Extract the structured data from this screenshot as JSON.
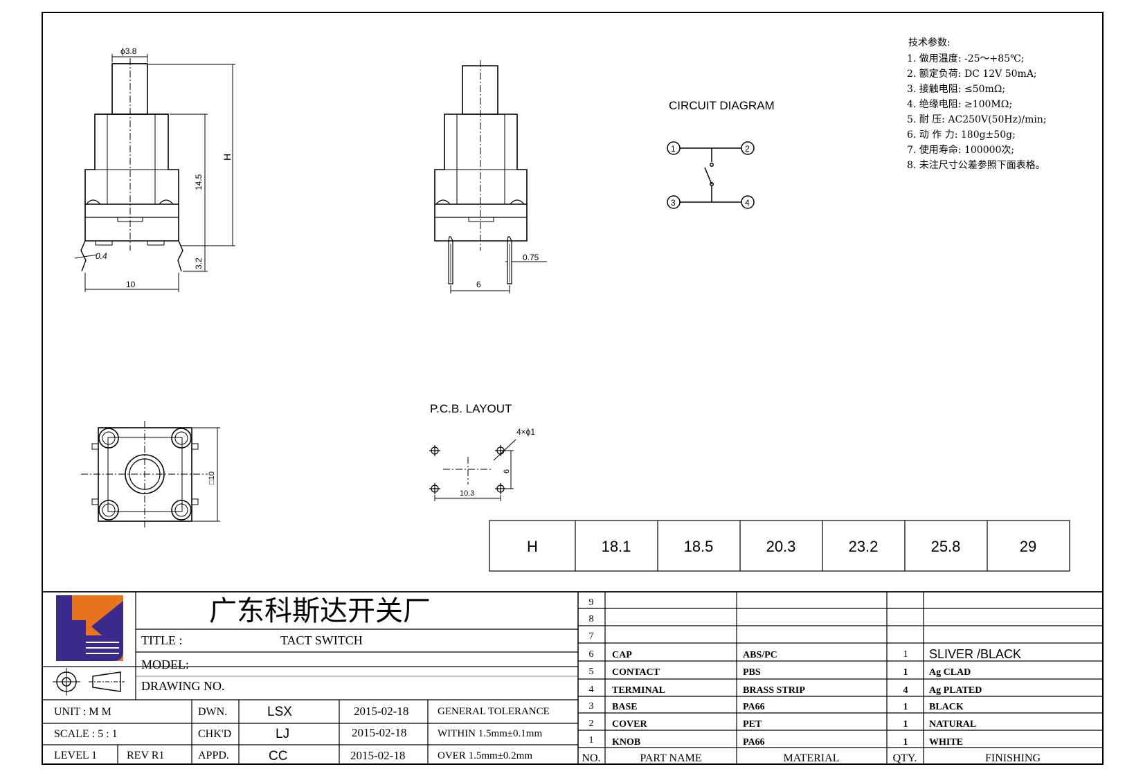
{
  "dimensions": {
    "diameter": "ϕ3.8",
    "height_label": "H",
    "body_height": "14.5",
    "pin_length": "3.2",
    "pin_offset": "0.4",
    "width": "10",
    "pin_width": "0.75",
    "pin_spacing": "6",
    "square_size": "□10"
  },
  "circuit": {
    "title": "CIRCUIT  DIAGRAM",
    "pins": [
      "1",
      "2",
      "3",
      "4"
    ]
  },
  "specs": {
    "heading": "技术参数:",
    "items": [
      "1.  做用温度: -25～+85℃;",
      "2.  额定负荷: DC  12V  50mA;",
      "3.  接触电阻: ≤50mΩ;",
      "4.  绝缘电阻: ≥100MΩ;",
      "5.  耐      压: AC250V(50Hz)/min;",
      "6.  动  作  力: 180g±50g;",
      "7.  使用寿命: 100000次;",
      "8.  未注尺寸公差参照下面表格。"
    ]
  },
  "pcb": {
    "title": "P.C.B.  LAYOUT",
    "holes": "4×ϕ1",
    "horizontal": "10.3",
    "vertical": "6"
  },
  "height_table": {
    "header": "H",
    "values": [
      "18.1",
      "18.5",
      "20.3",
      "23.2",
      "25.8",
      "29"
    ]
  },
  "title_block": {
    "company": "广东科斯达开关厂",
    "title_label": "TITLE  :",
    "title_value": "TACT SWITCH",
    "model_label": "MODEL:",
    "drawing_label": "DRAWING NO.",
    "unit": "UNIT      :      M M",
    "scale": "SCALE    :    5  :  1",
    "level": "LEVEL  1",
    "rev": "REV    R1",
    "dwn_label": "DWN.",
    "chk_label": "CHK'D",
    "appd_label": "APPD.",
    "dwn_name": "LSX",
    "chk_name": "LJ",
    "appd_name": "CC",
    "date1": "2015-02-18",
    "date2": "2015-02-18",
    "date3": "2015-02-18",
    "tol_general": "GENERAL  TOLERANCE",
    "tol_within": "WITHIN  1.5mm±0.1mm",
    "tol_over": "OVER     1.5mm±0.2mm"
  },
  "bom": {
    "header": {
      "no": "NO.",
      "part": "PART   NAME",
      "material": "MATERIAL",
      "qty": "QTY.",
      "finishing": "FINISHING"
    },
    "empty_rows": [
      "9",
      "8",
      "7"
    ],
    "rows": [
      {
        "no": "6",
        "part": "CAP",
        "material": "ABS/PC",
        "qty": "1",
        "finishing": "SLIVER /BLACK"
      },
      {
        "no": "5",
        "part": "CONTACT",
        "material": "PBS",
        "qty": "1",
        "finishing": "Ag CLAD"
      },
      {
        "no": "4",
        "part": "TERMINAL",
        "material": "BRASS STRIP",
        "qty": "4",
        "finishing": "Ag PLATED"
      },
      {
        "no": "3",
        "part": "BASE",
        "material": "PA66",
        "qty": "1",
        "finishing": "BLACK"
      },
      {
        "no": "2",
        "part": "COVER",
        "material": "PET",
        "qty": "1",
        "finishing": "NATURAL"
      },
      {
        "no": "1",
        "part": "KNOB",
        "material": "PA66",
        "qty": "1",
        "finishing": "WHITE"
      }
    ]
  },
  "colors": {
    "logo_blue": "#3b2a8c",
    "logo_orange": "#e8741e",
    "line": "#000000"
  }
}
